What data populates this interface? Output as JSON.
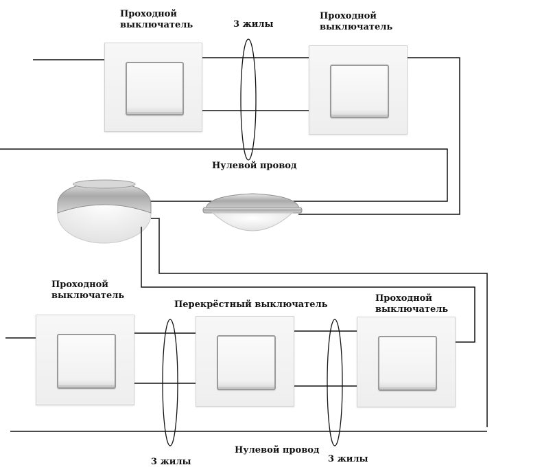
{
  "labels": {
    "pass_switch_top_left": [
      "Проходной",
      "выключатель"
    ],
    "pass_switch_top_right": [
      "Проходной",
      "выключатель"
    ],
    "three_wires_top": "3 жилы",
    "neutral_top": "Нулевой провод",
    "pass_switch_bottom_left": [
      "Проходной",
      "выключатель"
    ],
    "cross_switch": "Перекрёстный выключатель",
    "pass_switch_bottom_right": [
      "Проходной",
      "выключатель"
    ],
    "neutral_bottom": "Нулевой провод",
    "three_wires_bottom_left": "3 жилы",
    "three_wires_bottom_right": "3 жилы"
  },
  "colors": {
    "wire": "#111111",
    "frame": "#f2f2f2",
    "key_border": "#9a9a9a",
    "lamp_metal": "#b8b8b8"
  }
}
